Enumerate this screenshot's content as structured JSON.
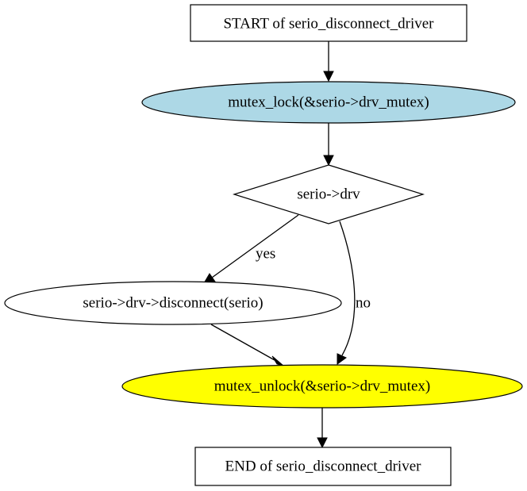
{
  "diagram": {
    "nodes": {
      "start": {
        "label": "START of serio_disconnect_driver",
        "fill": "#ffffff"
      },
      "lock": {
        "label": "mutex_lock(&serio->drv_mutex)",
        "fill": "#add8e6"
      },
      "check": {
        "label": "serio->drv",
        "fill": "#ffffff"
      },
      "disconnect": {
        "label": "serio->drv->disconnect(serio)",
        "fill": "#ffffff"
      },
      "unlock": {
        "label": "mutex_unlock(&serio->drv_mutex)",
        "fill": "#ffff00"
      },
      "end": {
        "label": "END of serio_disconnect_driver",
        "fill": "#ffffff"
      }
    },
    "edges": {
      "yes_label": "yes",
      "no_label": "no"
    }
  }
}
